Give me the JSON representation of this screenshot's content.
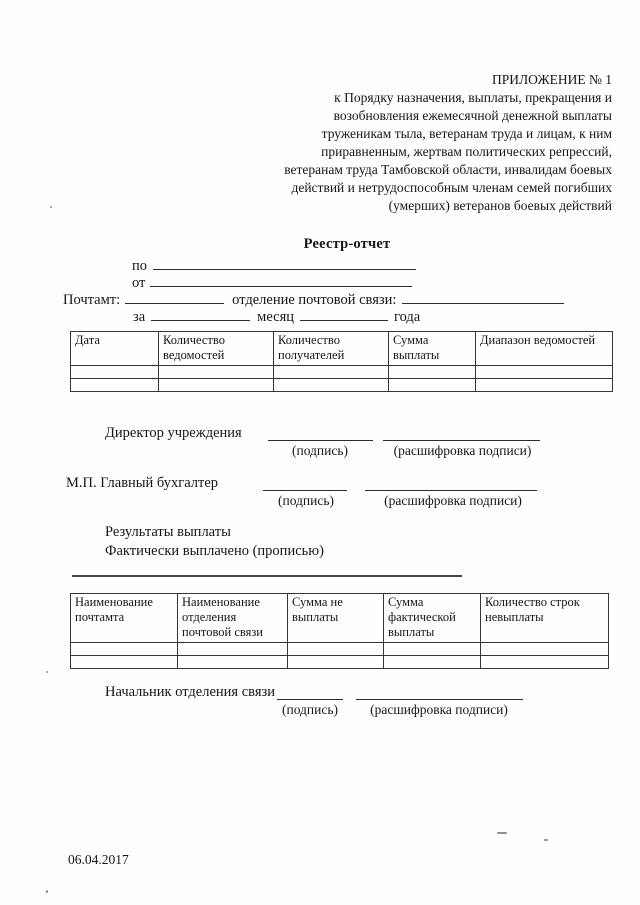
{
  "header": {
    "appendix": "ПРИЛОЖЕНИЕ № 1",
    "lines": [
      "к Порядку назначения, выплаты, прекращения и",
      "возобновления ежемесячной денежной выплаты",
      "труженикам тыла, ветеранам труда и лицам, к ним",
      "приравненным, жертвам политических репрессий,",
      "ветеранам труда Тамбовской области, инвалидам боевых",
      "действий и нетрудоспособным членам семей погибших",
      "(умерших) ветеранов боевых действий"
    ]
  },
  "title": "Реестр-отчет",
  "form": {
    "po": "по",
    "ot": "от",
    "pochtamt": "Почтамт:",
    "ops": "отделение почтовой связи:",
    "za": "за",
    "month": "месяц",
    "year": "года"
  },
  "table1": {
    "headers": [
      "Дата",
      "Количество ведомостей",
      "Количество получателей",
      "Сумма выплаты",
      "Диапазон ведомостей"
    ],
    "rows": [
      [
        "",
        "",
        "",
        "",
        ""
      ],
      [
        "",
        "",
        "",
        "",
        ""
      ]
    ]
  },
  "signatures": {
    "director": "Директор учреждения",
    "accountant": "М.П. Главный бухгалтер",
    "chief": "Начальник отделения связи",
    "sign": "(подпись)",
    "transcript": "(расшифровка подписи)"
  },
  "results": {
    "line1": "Результаты выплаты",
    "line2": "Фактически выплачено (прописью)"
  },
  "table2": {
    "headers": [
      "Наименование почтамта",
      "Наименование отделения почтовой связи",
      "Сумма не выплаты",
      "Сумма фактической выплаты",
      "Количество строк невыплаты"
    ],
    "rows": [
      [
        "",
        "",
        "",
        "",
        ""
      ],
      [
        "",
        "",
        "",
        "",
        ""
      ]
    ]
  },
  "footer": {
    "date": "06.04.2017"
  }
}
